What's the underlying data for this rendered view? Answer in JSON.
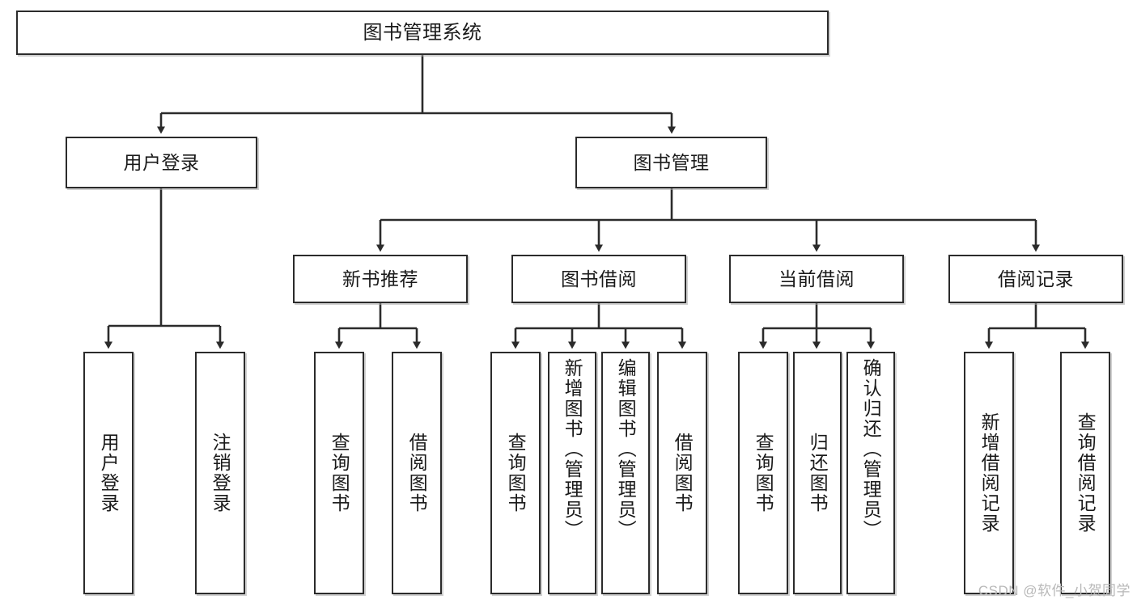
{
  "diagram": {
    "title": "图书管理系统",
    "type": "hierarchy-tree",
    "watermark": "CSDN @软件_小贺同学",
    "colors": {
      "box_border": "#2b2b2b",
      "box_fill": "#ffffff",
      "edge": "#2b2b2b",
      "text": "#1a1a1a",
      "watermark": "#b8b8b8"
    },
    "nodes": {
      "root": {
        "label": "图书管理系统"
      },
      "level2": [
        {
          "id": "user_login",
          "label": "用户登录"
        },
        {
          "id": "book_manage",
          "label": "图书管理"
        }
      ],
      "level3": [
        {
          "id": "new_book_rec",
          "label": "新书推荐"
        },
        {
          "id": "book_borrow",
          "label": "图书借阅"
        },
        {
          "id": "current_borrow",
          "label": "当前借阅"
        },
        {
          "id": "borrow_record",
          "label": "借阅记录"
        }
      ],
      "leaves": {
        "user_login": [
          {
            "id": "leaf_user_login",
            "label": "用户登录"
          },
          {
            "id": "leaf_logout",
            "label": "注销登录"
          }
        ],
        "new_book_rec": [
          {
            "id": "leaf_query_book_1",
            "label": "查询图书"
          },
          {
            "id": "leaf_borrow_book_1",
            "label": "借阅图书"
          }
        ],
        "book_borrow": [
          {
            "id": "leaf_query_book_2",
            "label": "查询图书"
          },
          {
            "id": "leaf_add_book",
            "label": "新增图书（管理员）"
          },
          {
            "id": "leaf_edit_book",
            "label": "编辑图书（管理员）"
          },
          {
            "id": "leaf_borrow_book_2",
            "label": "借阅图书"
          }
        ],
        "current_borrow": [
          {
            "id": "leaf_query_book_3",
            "label": "查询图书"
          },
          {
            "id": "leaf_return_book",
            "label": "归还图书"
          },
          {
            "id": "leaf_confirm_return",
            "label": "确认归还（管理员）"
          }
        ],
        "borrow_record": [
          {
            "id": "leaf_add_record",
            "label": "新增借阅记录"
          },
          {
            "id": "leaf_query_record",
            "label": "查询借阅记录"
          }
        ]
      }
    }
  }
}
